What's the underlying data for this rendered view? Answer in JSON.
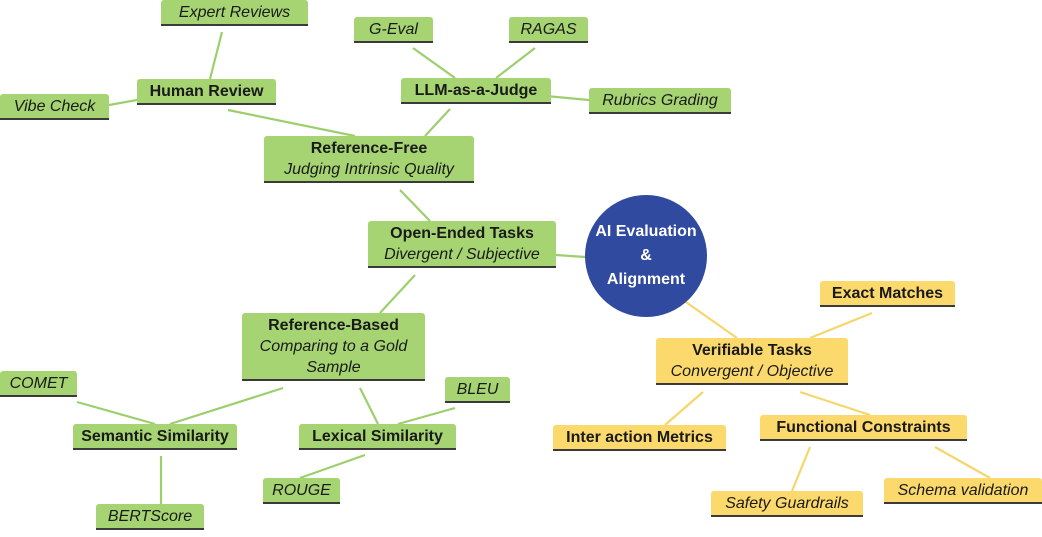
{
  "title": "AI Evaluation & Alignment",
  "colors": {
    "green": "#a6d472",
    "yellow": "#fbd96c",
    "root": "#2f4a9e",
    "green_edge": "#9ccf6c",
    "yellow_edge": "#f6d66a"
  },
  "root": {
    "line1": "AI Evaluation",
    "line2": "&",
    "line3": "Alignment"
  },
  "open_ended": {
    "title": "Open-Ended Tasks",
    "subtitle": "Divergent / Subjective",
    "reference_free": {
      "title": "Reference-Free",
      "subtitle": "Judging Intrinsic Quality",
      "human_review": {
        "title": "Human Review",
        "children": [
          "Expert Reviews",
          "Vibe Check"
        ]
      },
      "llm_judge": {
        "title": "LLM-as-a-Judge",
        "children": [
          "G-Eval",
          "RAGAS",
          "Rubrics Grading"
        ]
      }
    },
    "reference_based": {
      "title": "Reference-Based",
      "subtitle": "Comparing to a Gold Sample",
      "semantic": {
        "title": "Semantic Similarity",
        "children": [
          "COMET",
          "BERTScore"
        ]
      },
      "lexical": {
        "title": "Lexical Similarity",
        "children": [
          "BLEU",
          "ROUGE"
        ]
      }
    }
  },
  "verifiable": {
    "title": "Verifiable Tasks",
    "subtitle": "Convergent / Objective",
    "exact_matches": "Exact Matches",
    "interaction_metrics": "Inter action Metrics",
    "functional": {
      "title": "Functional Constraints",
      "children": [
        "Safety Guardrails",
        "Schema validation"
      ]
    }
  }
}
